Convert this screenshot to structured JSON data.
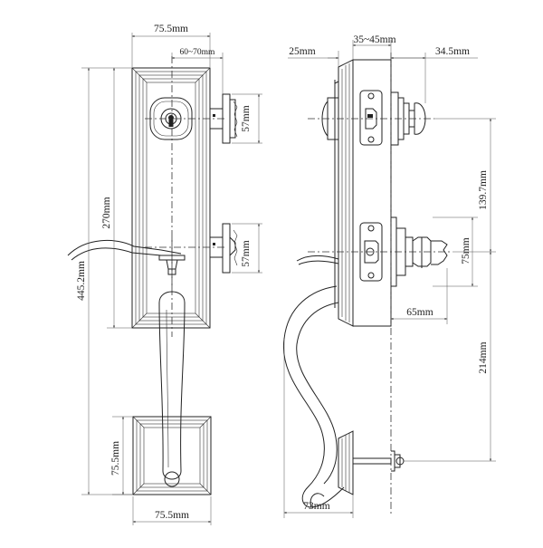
{
  "dimensions": {
    "front_top_width": "75.5mm",
    "front_cylinder_range": "60~70mm",
    "front_deadbolt_height": "57mm",
    "front_plate_height": "270mm",
    "front_total_height": "445.2mm",
    "front_latch_height": "57mm",
    "front_bottom_rose_height": "75.5mm",
    "front_bottom_rose_width": "75.5mm",
    "side_left_offset": "25mm",
    "side_door_thickness": "35~45mm",
    "side_knob_projection": "34.5mm",
    "side_upper_spacing": "139.7mm",
    "side_knob_height": "75mm",
    "side_knob_depth": "65mm",
    "side_lower_spacing": "214mm",
    "side_handle_depth": "73mm"
  }
}
